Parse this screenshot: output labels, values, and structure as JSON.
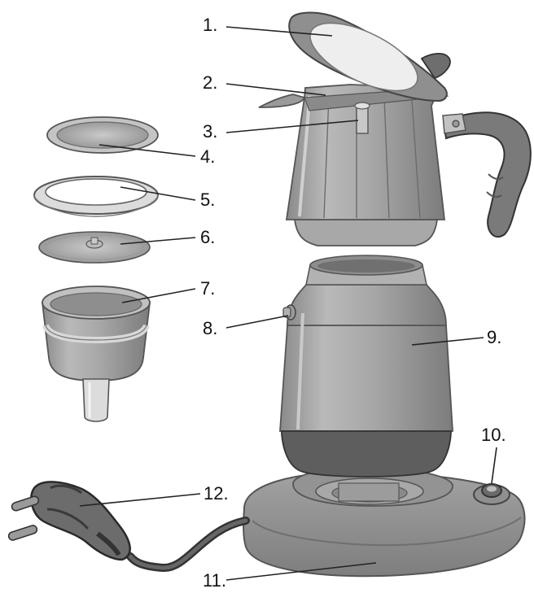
{
  "labels": {
    "n1": "1.",
    "n2": "2.",
    "n3": "3.",
    "n4": "4.",
    "n5": "5.",
    "n6": "6.",
    "n7": "7.",
    "n8": "8.",
    "n9": "9.",
    "n10": "10.",
    "n11": "11.",
    "n12": "12."
  }
}
